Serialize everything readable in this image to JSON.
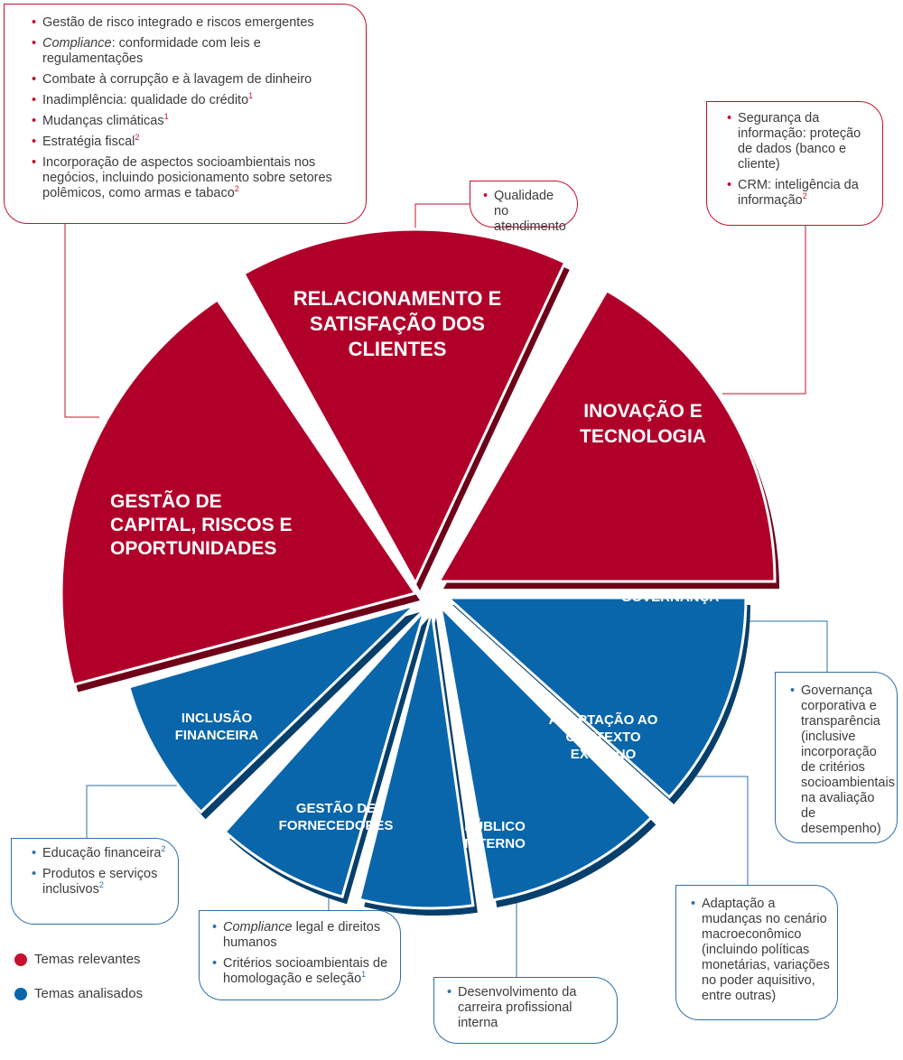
{
  "colors": {
    "red": "#b0002a",
    "red_side": "#6e0018",
    "blue": "#0a66aa",
    "blue_side": "#063f6b",
    "red_border": "#c8102e",
    "blue_border": "#2f6fa8",
    "connector": "#c8102e",
    "connector_blue": "#2f6fa8"
  },
  "segments": [
    {
      "id": "relacionamento",
      "group": "red",
      "lines": [
        "RELACIONAMENTO E",
        "SATISFAÇÃO DOS",
        "CLIENTES"
      ]
    },
    {
      "id": "inovacao",
      "group": "red",
      "lines": [
        "INOVAÇÃO E",
        "TECNOLOGIA"
      ]
    },
    {
      "id": "gestao-capital",
      "group": "red",
      "lines": [
        "GESTÃO DE",
        "CAPITAL, RISCOS E",
        "OPORTUNIDADES"
      ]
    },
    {
      "id": "governanca",
      "group": "blue",
      "lines": [
        "GOVERNANÇA"
      ]
    },
    {
      "id": "adaptacao",
      "group": "blue",
      "lines": [
        "ADAPTAÇÃO AO",
        "CONTEXTO",
        "EXTERNO"
      ]
    },
    {
      "id": "publico",
      "group": "blue",
      "lines": [
        "PÚBLICO",
        "INTERNO"
      ]
    },
    {
      "id": "fornecedores",
      "group": "blue",
      "lines": [
        "GESTÃO DE",
        "FORNECEDORES"
      ]
    },
    {
      "id": "inclusao",
      "group": "blue",
      "lines": [
        "INCLUSÃO",
        "FINANCEIRA"
      ]
    }
  ],
  "boxes": {
    "gestao_capital": [
      {
        "text": "Gestão de risco integrado e riscos emergentes"
      },
      {
        "italic": "Compliance",
        "text": ": conformidade com leis e regulamentações"
      },
      {
        "text": "Combate à corrupção e à lavagem de dinheiro"
      },
      {
        "text": "Inadimplência: qualidade do crédito",
        "sup": "1"
      },
      {
        "text": "Mudanças climáticas",
        "sup": "1"
      },
      {
        "text": "Estratégia fiscal",
        "sup": "2"
      },
      {
        "text": "Incorporação de aspectos socioambientais nos negócios, incluindo posicionamento sobre setores polêmicos, como armas e tabaco",
        "sup": "2"
      }
    ],
    "relacionamento": [
      {
        "text": "Qualidade no atendimento"
      }
    ],
    "inovacao": [
      {
        "text": "Segurança da informação: proteção de dados (banco e cliente)"
      },
      {
        "text": "CRM: inteligência da informação",
        "sup": "2"
      }
    ],
    "governanca": [
      {
        "text": "Governança corporativa e transparência (inclusive incorporação de critérios socioambientais na avaliação de desempenho)"
      }
    ],
    "adaptacao": [
      {
        "text": "Adaptação a mudanças no cenário macroeconômico (incluindo políticas monetárias, variações no poder aquisitivo, entre outras)"
      }
    ],
    "publico": [
      {
        "text": "Desenvolvimento da carreira profissional interna"
      }
    ],
    "fornecedores": [
      {
        "italic": "Compliance",
        "text": " legal e direitos humanos"
      },
      {
        "text": "Critérios socioambientais de homologação e seleção",
        "sup": "1"
      }
    ],
    "inclusao": [
      {
        "text": "Educação financeira",
        "sup": "2"
      },
      {
        "text": "Produtos e serviços inclusivos",
        "sup": "2"
      }
    ]
  },
  "legend": [
    {
      "label": "Temas relevantes",
      "color": "#c8102e"
    },
    {
      "label": "Temas analisados",
      "color": "#0a66aa"
    }
  ]
}
